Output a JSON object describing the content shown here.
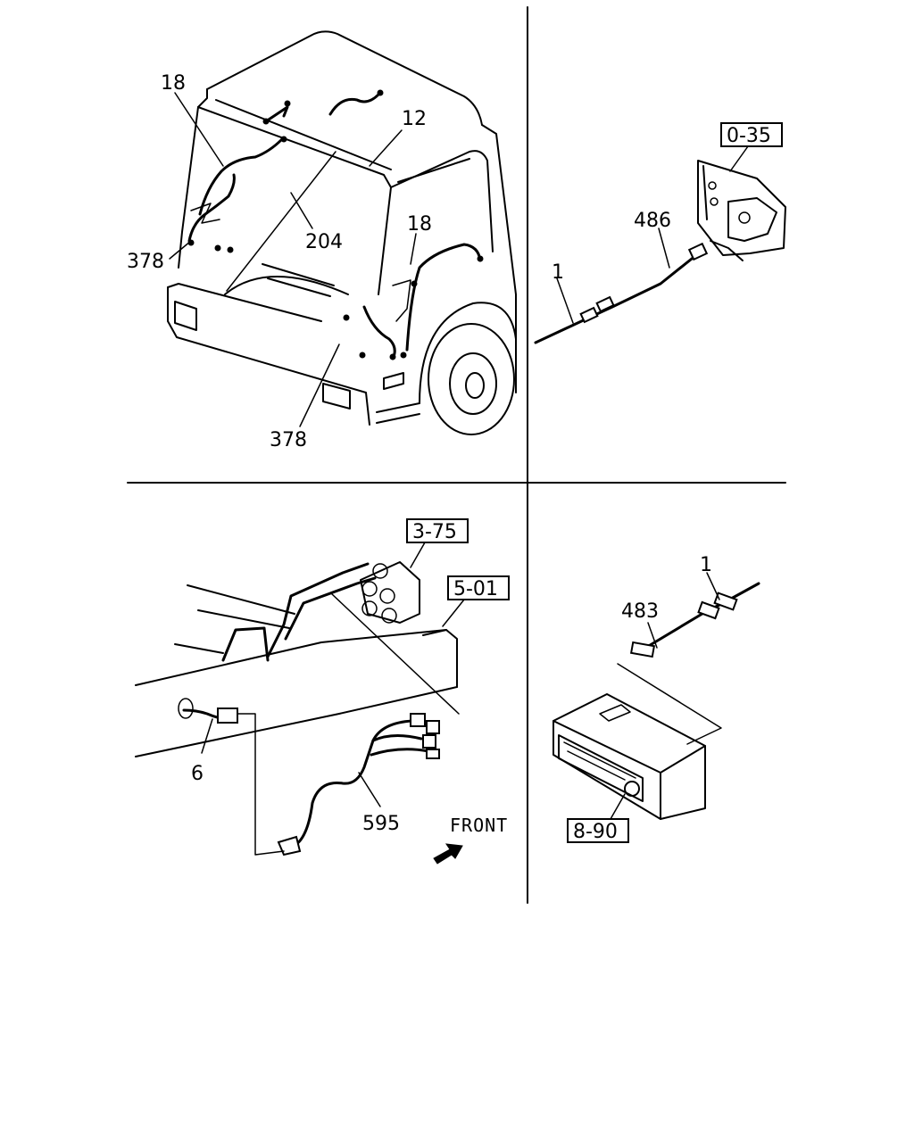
{
  "callouts": {
    "cab_18_left": "18",
    "cab_12": "12",
    "cab_204": "204",
    "cab_378_left": "378",
    "cab_18_right": "18",
    "cab_378_bottom": "378",
    "switch_486": "486",
    "switch_1": "1",
    "chassis_6": "6",
    "chassis_595": "595",
    "radio_1": "1",
    "radio_483": "483"
  },
  "reference_boxes": {
    "ref_0_35": "0-35",
    "ref_3_75": "3-75",
    "ref_5_01": "5-01",
    "ref_8_90": "8-90"
  },
  "direction_label": "FRONT"
}
